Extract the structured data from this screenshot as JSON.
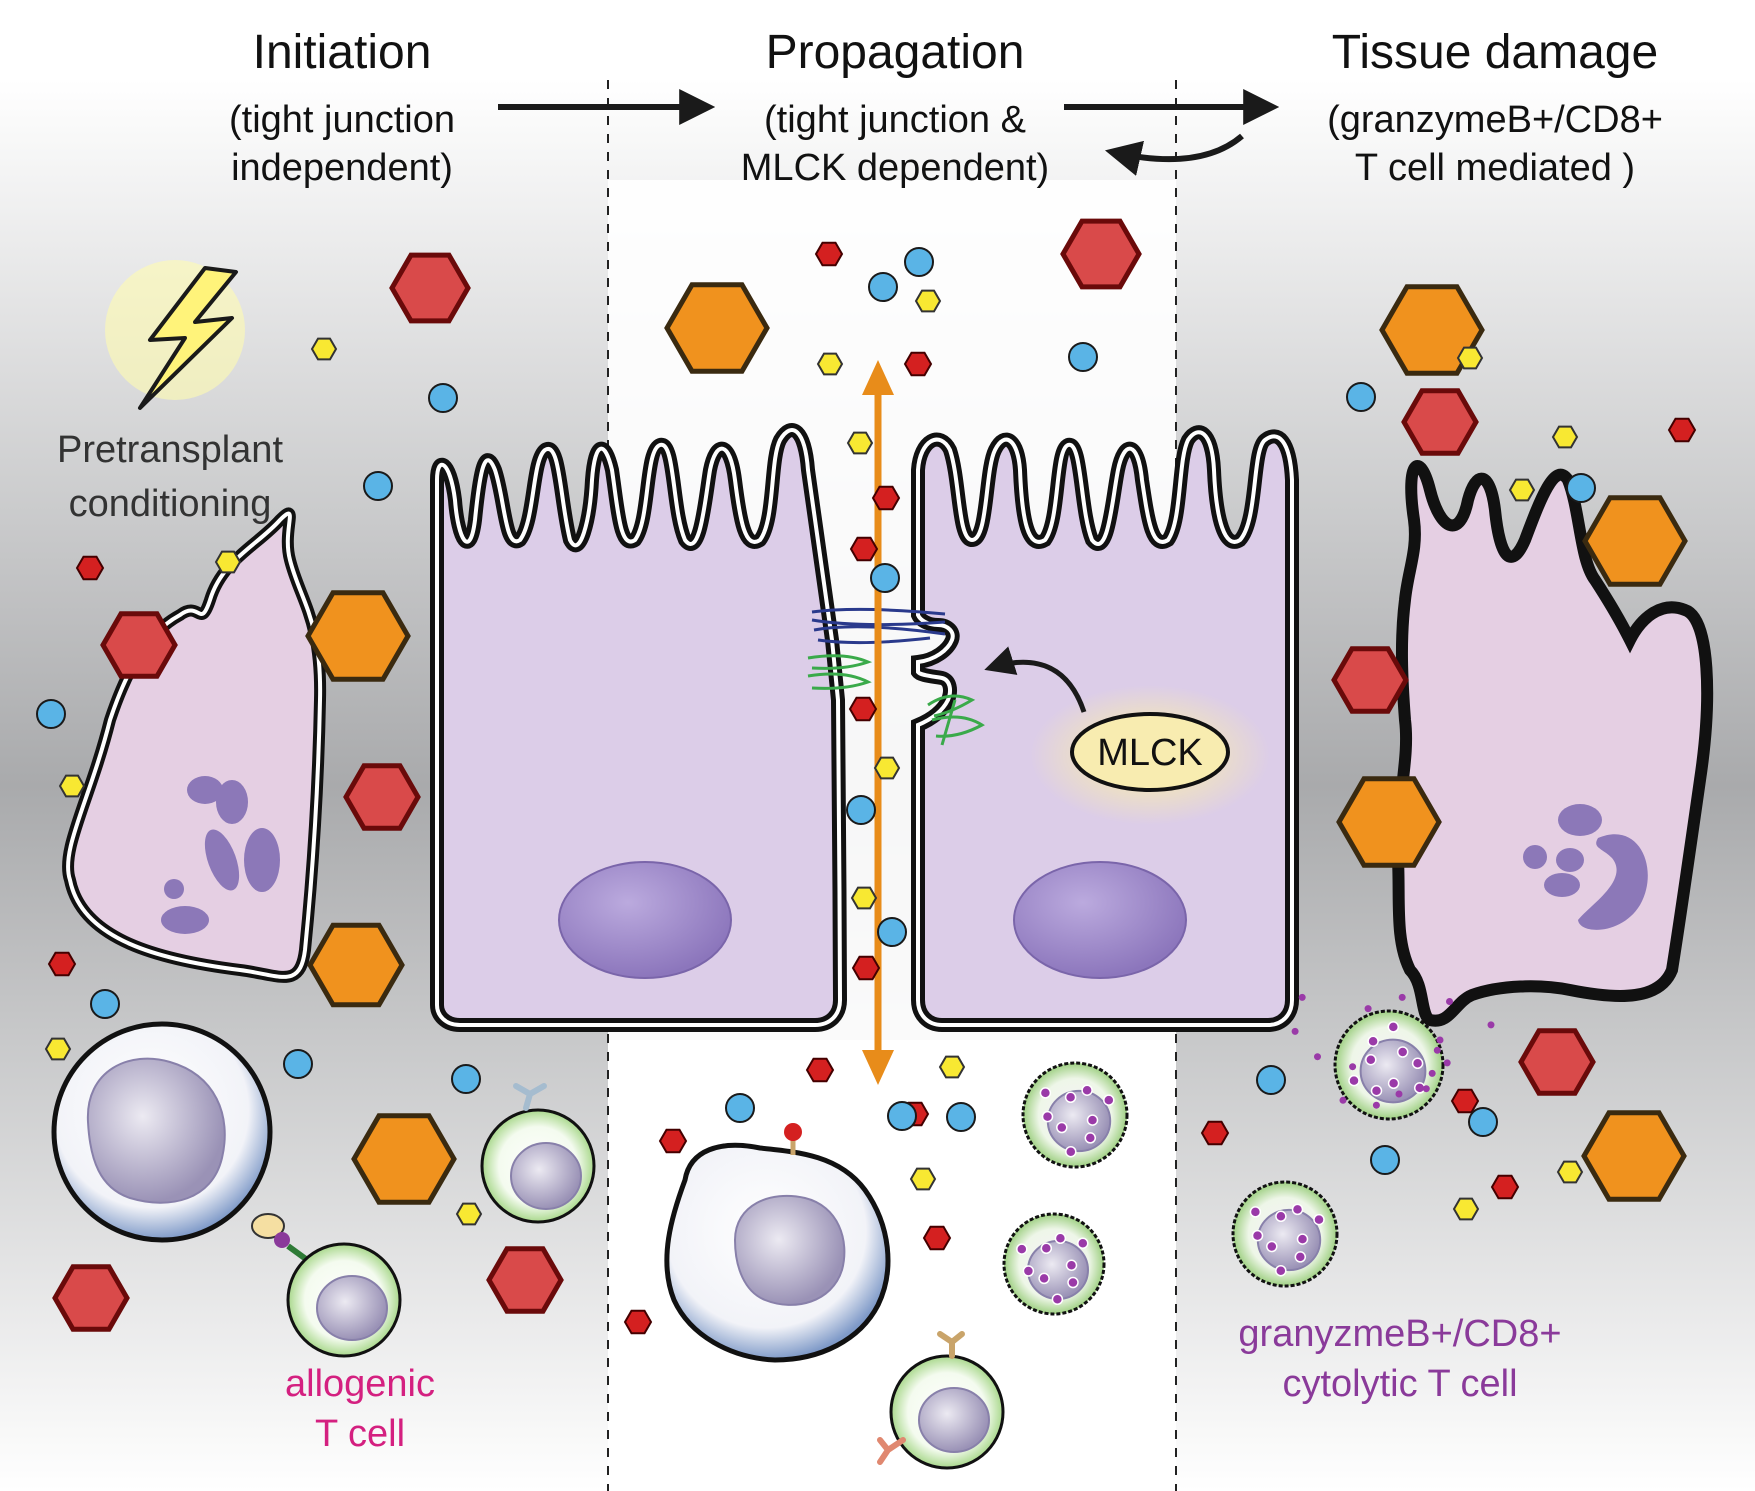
{
  "headers": {
    "initiation": {
      "title": "Initiation",
      "sub1": "(tight junction",
      "sub2": "independent)"
    },
    "propagation": {
      "title": "Propagation",
      "sub1": "(tight junction &",
      "sub2": "MLCK dependent)"
    },
    "damage": {
      "title": "Tissue damage",
      "sub1": "(granzymeB+/CD8+",
      "sub2": "T cell mediated )"
    }
  },
  "labels": {
    "conditioning1": "Pretransplant",
    "conditioning2": "conditioning",
    "mlck": "MLCK",
    "allo1": "allogenic",
    "allo2": "T cell",
    "ctl1": "granyzmeB+/CD8+",
    "ctl2": "cytolytic  T cell"
  },
  "colors": {
    "cell": "#dccde8",
    "nucleus": "#9b84c4",
    "hexagon_orange": "#f0921e",
    "hexagon_red": "#d94a4a",
    "particle_red": "#d42020",
    "particle_yellow": "#f8e832",
    "particle_blue": "#5ab4e6",
    "arrow_orange": "#e88c1a",
    "mlck_fill": "#f8ecb0",
    "allogenic_text": "#d42080",
    "ctl_text": "#8a3a9a",
    "granzyme": "#9a3aa8"
  },
  "icons": [
    "lightning-bolt-icon",
    "paracellular-leak-arrow-icon",
    "tight-junction-icon"
  ]
}
